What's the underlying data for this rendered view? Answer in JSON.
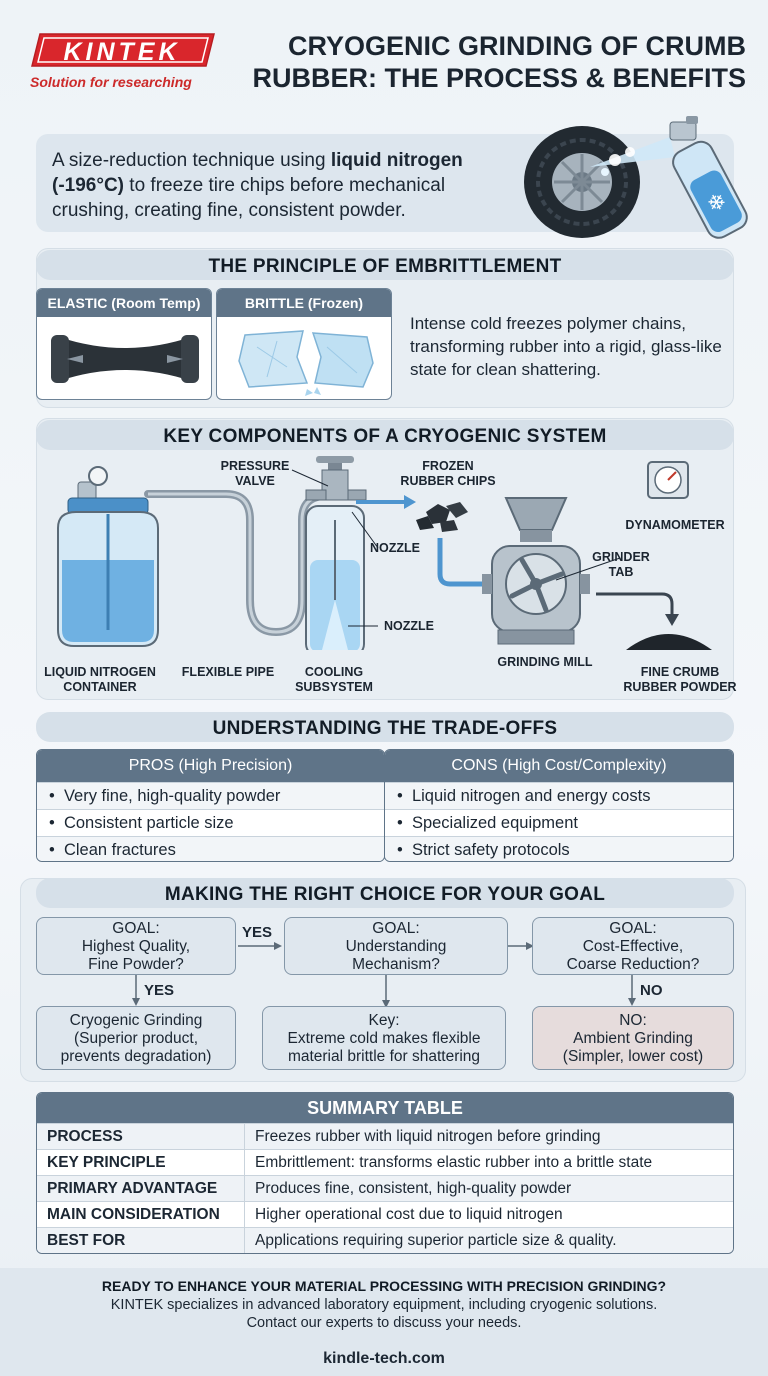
{
  "brand": {
    "name": "KINTEK",
    "tagline": "Solution for researching",
    "color": "#d9262c"
  },
  "title": {
    "line1": "CRYOGENIC GRINDING OF CRUMB",
    "line2": "RUBBER: THE PROCESS & BENEFITS"
  },
  "intro": {
    "pre": "A size-reduction technique using ",
    "bold1": "liquid nitrogen",
    "bold2": "(-196°C)",
    "post": " to freeze tire chips before mechanical crushing, creating fine, consistent powder."
  },
  "embrittlement": {
    "title": "THE PRINCIPLE OF EMBRITTLEMENT",
    "elastic_label": "ELASTIC (Room Temp)",
    "brittle_label": "BRITTLE (Frozen)",
    "description": "Intense cold freezes polymer chains, transforming rubber into a rigid, glass-like state for clean shattering."
  },
  "components": {
    "title": "KEY COMPONENTS OF A CRYOGENIC SYSTEM",
    "pressure_valve": [
      "PRESSURE",
      "VALVE"
    ],
    "frozen_chips": [
      "FROZEN",
      "RUBBER CHIPS"
    ],
    "dynamometer": "DYNAMOMETER",
    "nozzle_top": "NOZZLE",
    "nozzle_bottom": "NOZZLE",
    "grinder_tab": [
      "GRINDER",
      "TAB"
    ],
    "ln_container": [
      "LIQUID NITROGEN",
      "CONTAINER"
    ],
    "flexible_pipe": "FLEXIBLE PIPE",
    "cooling": [
      "COOLING",
      "SUBSYSTEM"
    ],
    "grinding_mill": "GRINDING MILL",
    "fine_powder": [
      "FINE CRUMB",
      "RUBBER POWDER"
    ]
  },
  "tradeoffs": {
    "title": "UNDERSTANDING THE TRADE-OFFS",
    "pros_head": "PROS (High Precision)",
    "cons_head": "CONS (High Cost/Complexity)",
    "pros": [
      "Very fine, high-quality powder",
      "Consistent particle size",
      "Clean fractures"
    ],
    "cons": [
      "Liquid nitrogen and energy costs",
      "Specialized equipment",
      "Strict safety protocols"
    ]
  },
  "choice": {
    "title": "MAKING THE RIGHT CHOICE FOR YOUR GOAL",
    "goal1": [
      "GOAL:",
      "Highest Quality,",
      "Fine Powder?"
    ],
    "goal2": [
      "GOAL:",
      "Understanding",
      "Mechanism?"
    ],
    "goal3": [
      "GOAL:",
      "Cost-Effective,",
      "Coarse Reduction?"
    ],
    "yes_across": "YES",
    "yes_down": "YES",
    "no_down": "NO",
    "result1": [
      "Cryogenic Grinding",
      "(Superior product,",
      "prevents degradation)"
    ],
    "result2": [
      "Key:",
      "Extreme cold makes flexible",
      "material brittle for shattering"
    ],
    "result3": [
      "NO:",
      "Ambient Grinding",
      "(Simpler, lower cost)"
    ]
  },
  "summary": {
    "title": "SUMMARY TABLE",
    "rows": [
      {
        "k": "PROCESS",
        "v": "Freezes rubber with liquid nitrogen before grinding"
      },
      {
        "k": "KEY PRINCIPLE",
        "v": "Embrittlement: transforms elastic rubber into a brittle state"
      },
      {
        "k": "PRIMARY ADVANTAGE",
        "v": "Produces fine, consistent, high-quality powder"
      },
      {
        "k": "MAIN CONSIDERATION",
        "v": "Higher operational cost due to liquid nitrogen"
      },
      {
        "k": "BEST FOR",
        "v": "Applications requiring superior particle size & quality."
      }
    ]
  },
  "footer": {
    "cta": "READY TO ENHANCE YOUR MATERIAL PROCESSING WITH PRECISION GRINDING?",
    "line1": "KINTEK specializes in advanced laboratory equipment, including cryogenic solutions.",
    "line2": "Contact our experts to discuss your needs.",
    "site": "kindle-tech.com"
  }
}
